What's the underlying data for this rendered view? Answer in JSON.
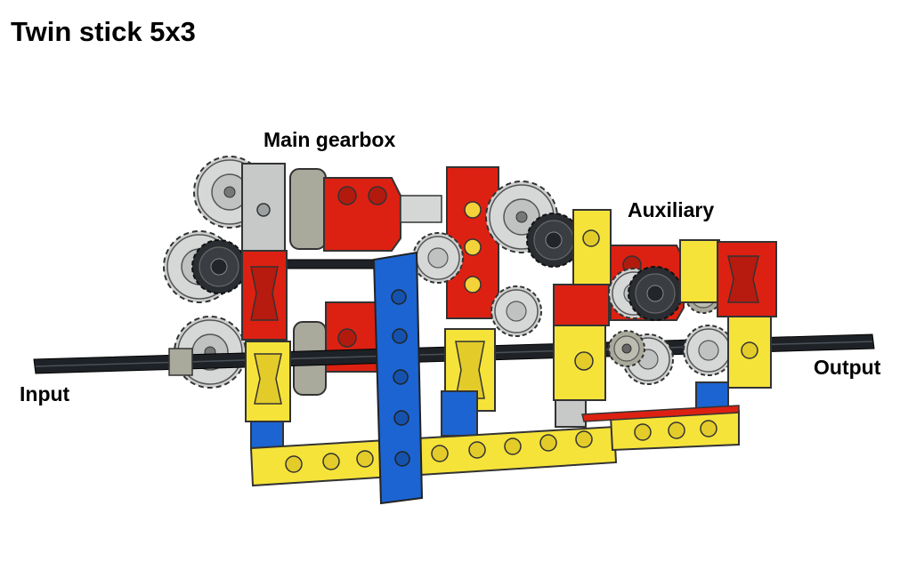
{
  "title": "Twin stick 5x3",
  "labels": {
    "main_gearbox": "Main gearbox",
    "auxiliary": "Auxiliary",
    "input": "Input",
    "output": "Output"
  },
  "colors": {
    "axle": "#1e2226",
    "gray_gear": "#cdd0cf",
    "dark_gray": "#9a9a90",
    "black_gear": "#2a2d31",
    "red": "#dc2112",
    "yellow": "#f6e33a",
    "blue": "#1b64d2",
    "light_gray": "#c7c9c9",
    "outline": "#222222"
  }
}
